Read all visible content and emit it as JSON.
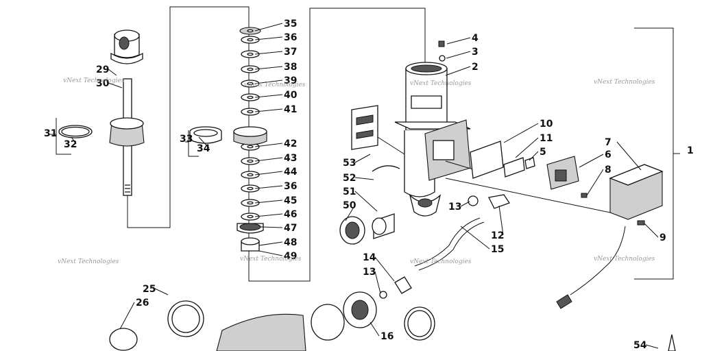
{
  "diagram": {
    "watermark": "vNext Technologies",
    "callouts": [
      "35",
      "36",
      "37",
      "38",
      "39",
      "40",
      "41",
      "42",
      "43",
      "44",
      "36",
      "45",
      "46",
      "47",
      "48",
      "49",
      "4",
      "3",
      "2",
      "29",
      "30",
      "31",
      "32",
      "33",
      "34",
      "10",
      "11",
      "5",
      "6",
      "7",
      "8",
      "1",
      "9",
      "53",
      "52",
      "51",
      "50",
      "13",
      "12",
      "15",
      "14",
      "13",
      "16",
      "25",
      "26",
      "54"
    ]
  }
}
